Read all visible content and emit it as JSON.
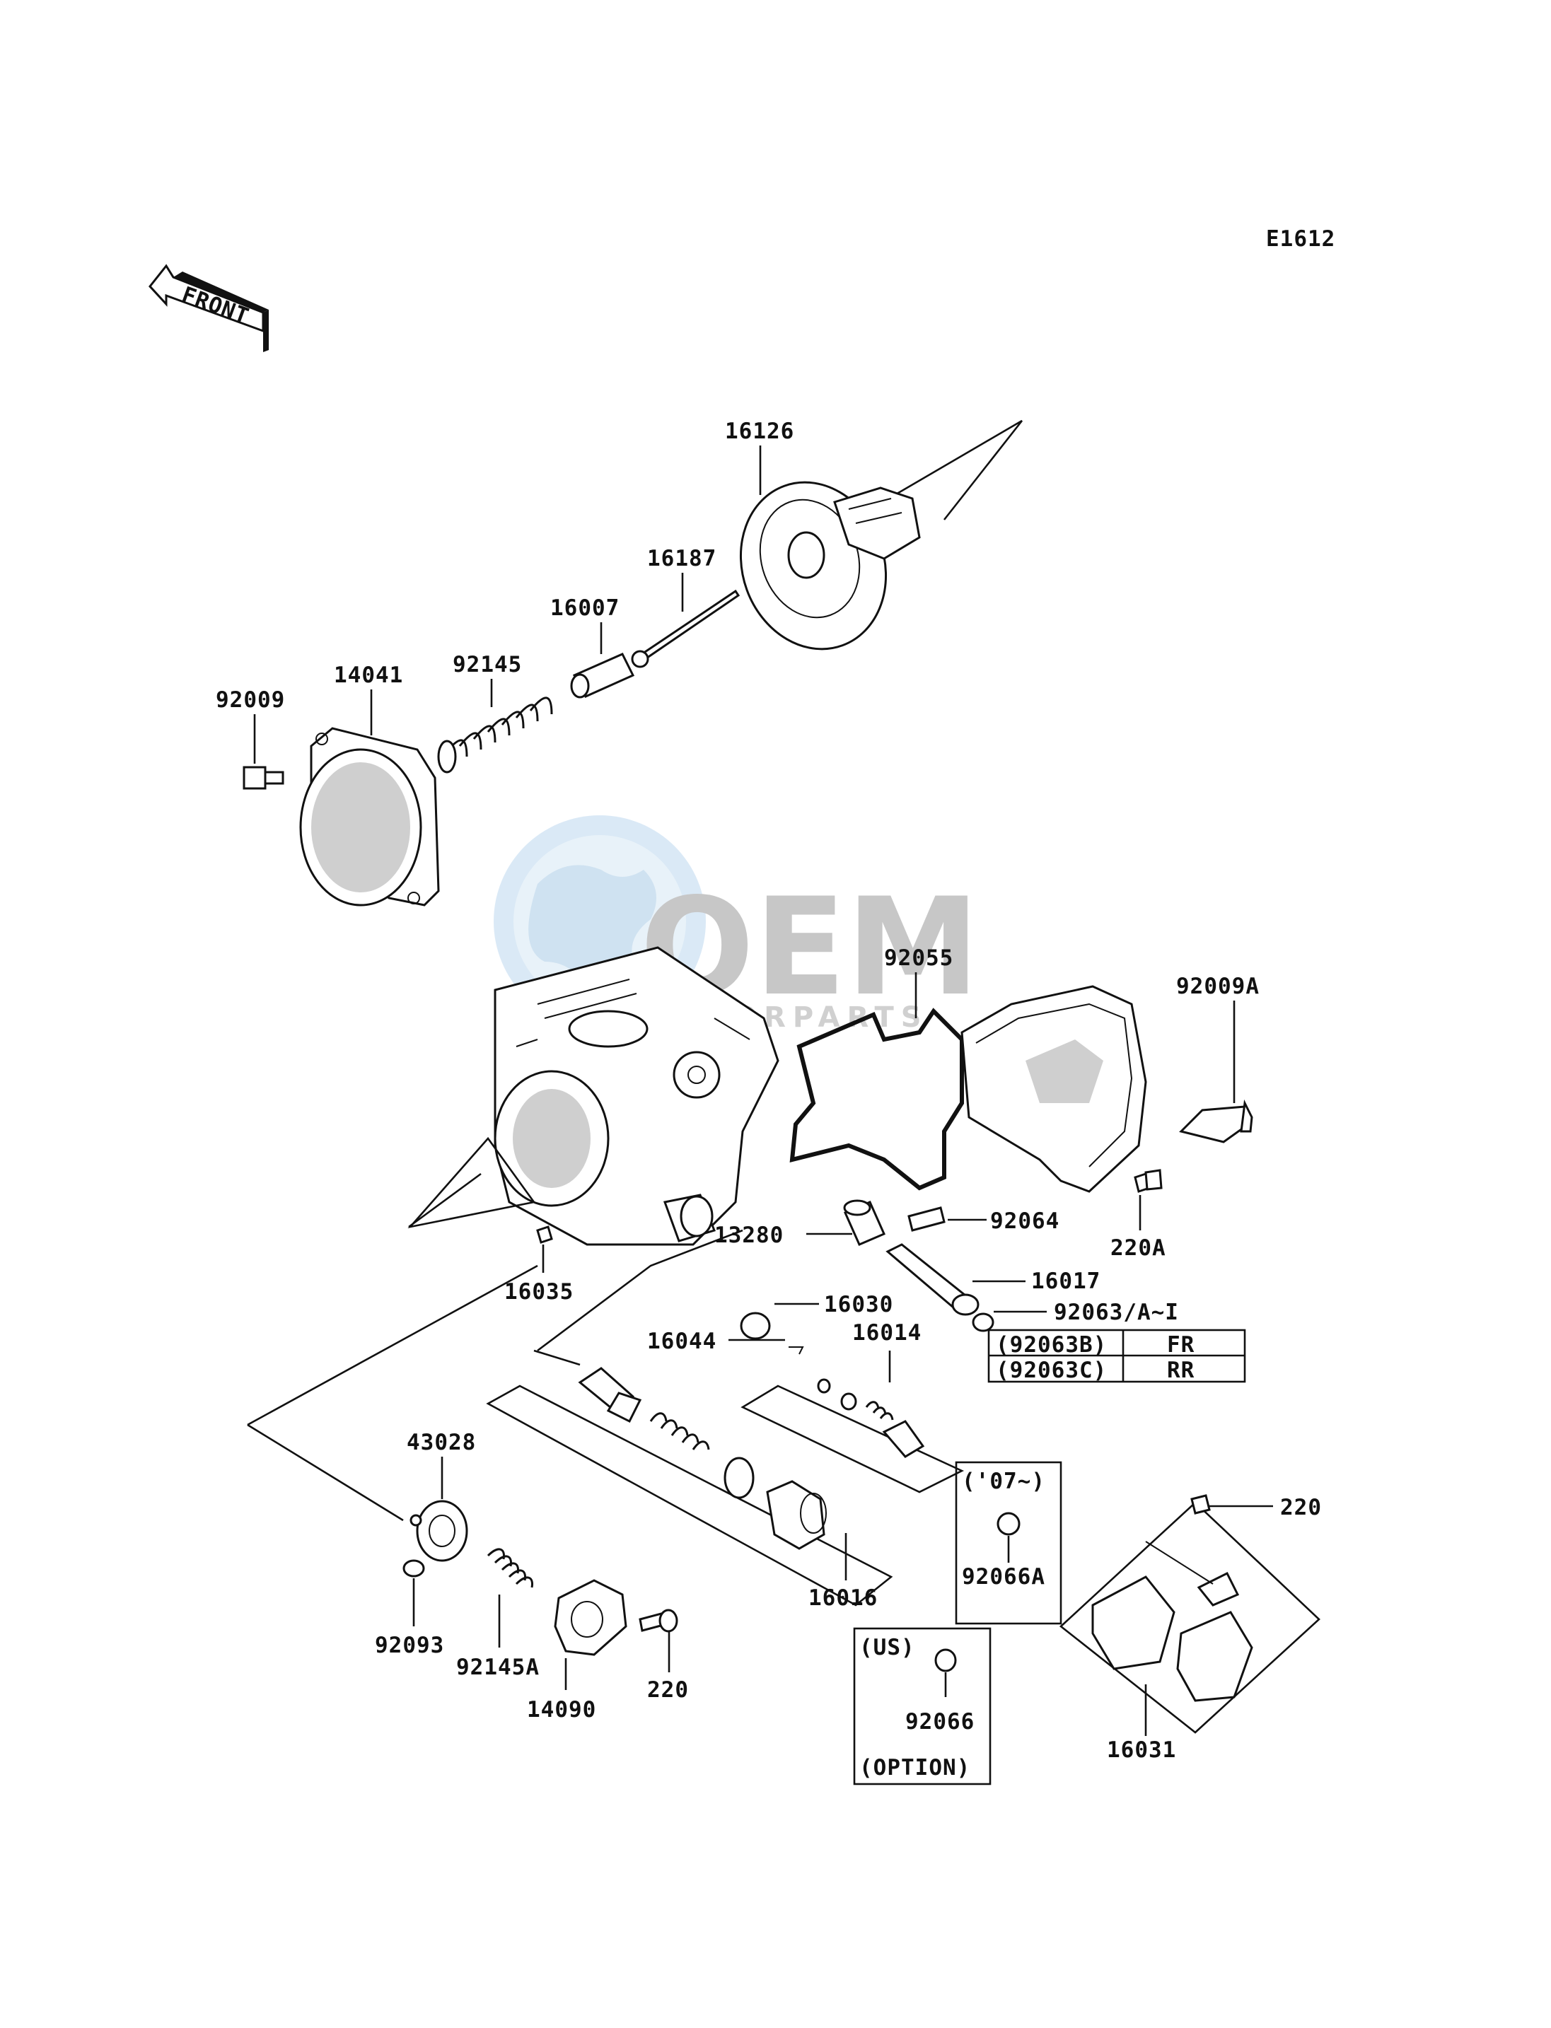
{
  "diagram_code": "E1612",
  "front_label": "FRONT",
  "watermark": {
    "brand": "OEM",
    "sub": "MOTORPARTS"
  },
  "labels": {
    "p16126": "16126",
    "p16187": "16187",
    "p16007": "16007",
    "p92145": "92145",
    "p14041": "14041",
    "p92009": "92009",
    "p92055": "92055",
    "p92009A": "92009A",
    "p92064": "92064",
    "p13280": "13280",
    "p220A": "220A",
    "p16017": "16017",
    "p16035": "16035",
    "p16030": "16030",
    "p92063": "92063/A~I",
    "p16044": "16044",
    "p16014": "16014",
    "p43028": "43028",
    "p92093": "92093",
    "p92145A": "92145A",
    "p14090": "14090",
    "p220": "220",
    "p220b": "220",
    "p16016": "16016",
    "p92066A": "92066A",
    "p92066": "92066",
    "p16031": "16031"
  },
  "variant_table": [
    {
      "code": "(92063B)",
      "position": "FR"
    },
    {
      "code": "(92063C)",
      "position": "RR"
    }
  ],
  "boxes": {
    "year_note": "('07~)",
    "us_note": "(US)",
    "option_note": "(OPTION)"
  }
}
